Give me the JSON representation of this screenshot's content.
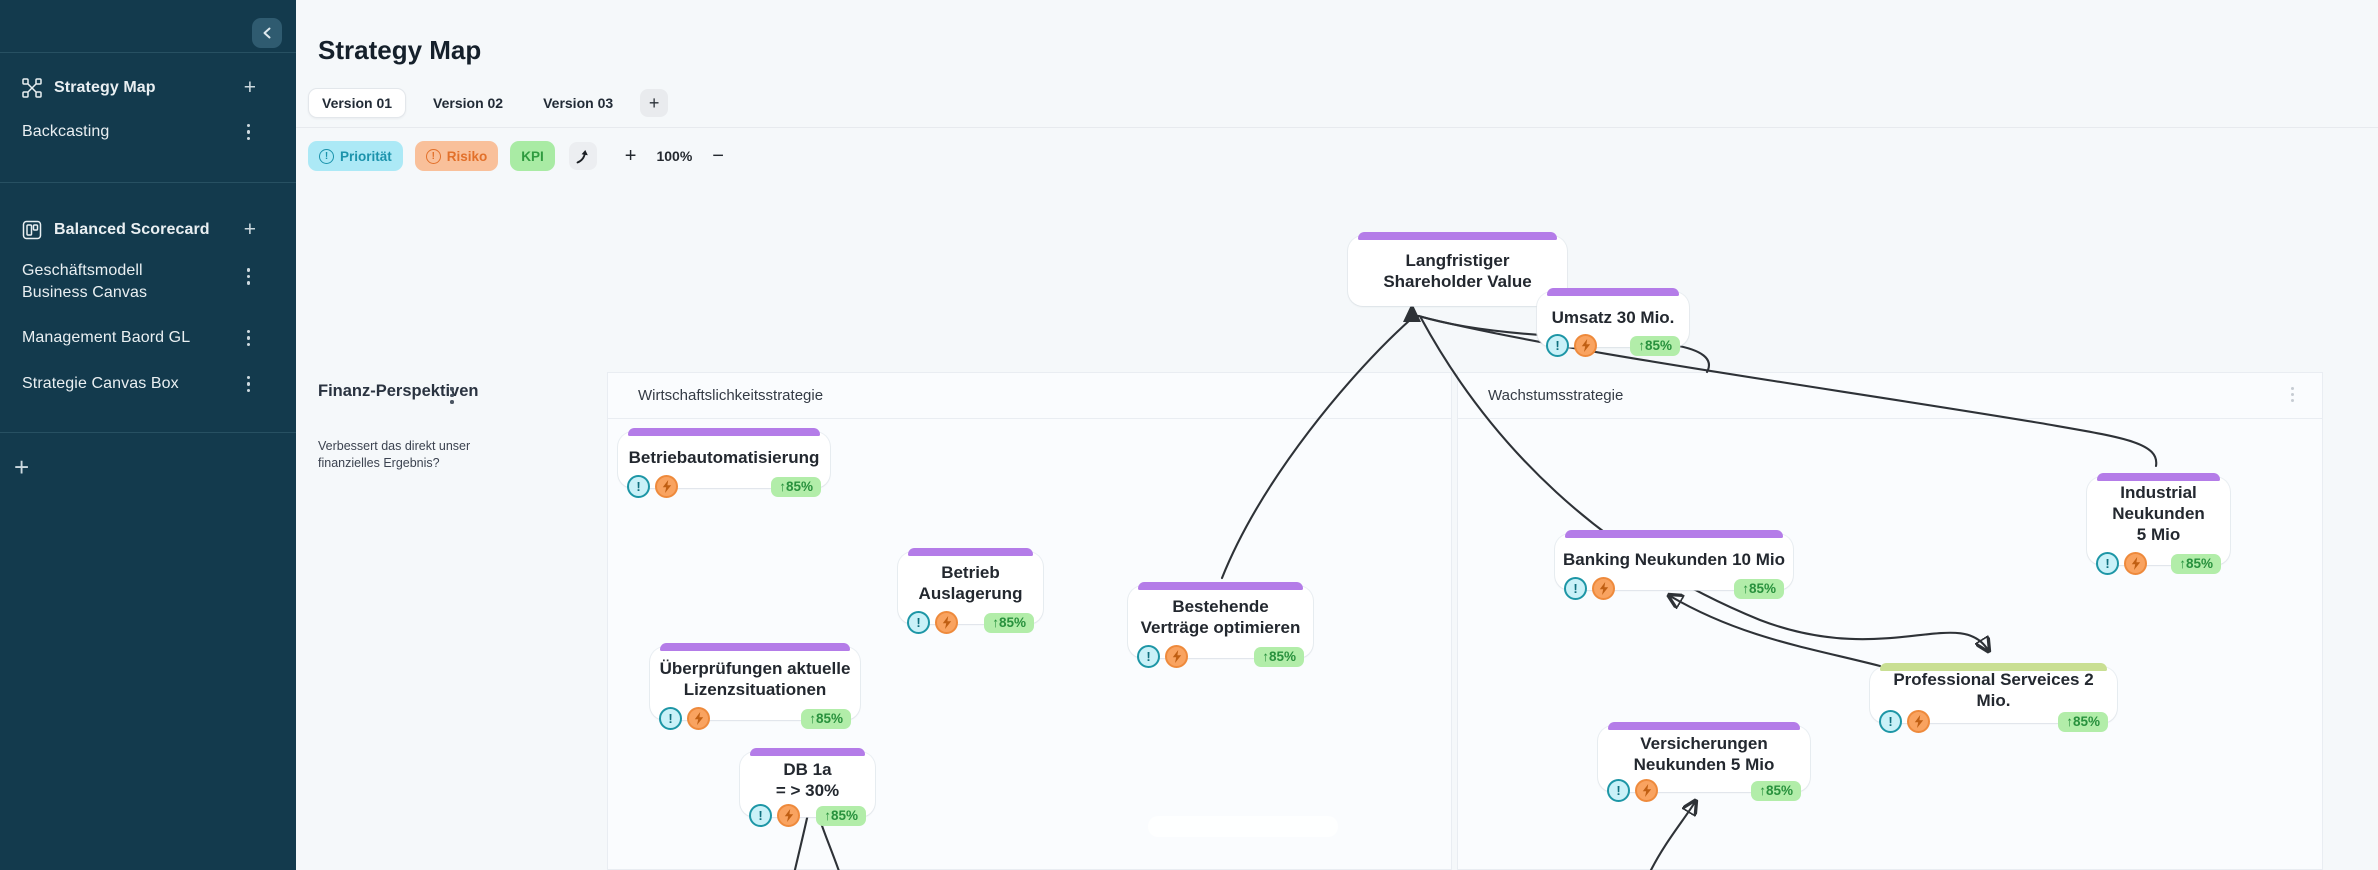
{
  "sidebar": {
    "items": {
      "strategy_map": "Strategy Map",
      "backcasting": "Backcasting",
      "balanced_scorecard": "Balanced Scorecard",
      "geschaeftsmodell": "Geschäftsmodell\nBusiness Canvas",
      "management_board": "Management Baord GL",
      "strategie_canvas": "Strategie Canvas Box"
    },
    "add_label": "+"
  },
  "header": {
    "title": "Strategy Map",
    "tabs": {
      "v1": "Version 01",
      "v2": "Version 02",
      "v3": "Version 03"
    },
    "add_tab_label": "+"
  },
  "toolbar": {
    "chips": {
      "priority": "Priorität",
      "risk": "Risiko",
      "kpi": "KPI"
    },
    "chip_icon": "!",
    "zoom": {
      "in": "+",
      "level": "100%",
      "out": "−"
    }
  },
  "canvas": {
    "perspective": {
      "title": "Finanz-Perspektiven",
      "description": "Verbessert das direkt unser\nfinanzielles Ergebnis?"
    },
    "lanes": {
      "lane1": "Wirtschaftslichkeitsstrategie",
      "lane2": "Wachstumsstrategie"
    },
    "badges": {
      "priority": "!",
      "kpi": "↑85%"
    },
    "nodes": {
      "shareholder": {
        "title": "Langfristiger\nShareholder Value"
      },
      "umsatz": {
        "title": "Umsatz 30 Mio."
      },
      "industrial": {
        "title": "Industrial\nNeukunden\n5 Mio"
      },
      "banking": {
        "title": "Banking Neukunden 10 Mio"
      },
      "professional": {
        "title": "Professional Serveices 2 Mio."
      },
      "versicherungen": {
        "title": "Versicherungen\nNeukunden 5 Mio"
      },
      "betriebautomatisierung": {
        "title": "Betriebautomatisierung"
      },
      "betrieb_auslagerung": {
        "title": "Betrieb\nAuslagerung"
      },
      "bestehende": {
        "title": "Bestehende\nVerträge optimieren"
      },
      "ueberpruefungen": {
        "title": "Überprüfungen aktuelle\nLizenzsituationen"
      },
      "db1a": {
        "title": "DB 1a\n= > 30%"
      }
    }
  },
  "colors": {
    "sidebar_bg": "#133a4d",
    "accent_purple": "#b47ce8",
    "accent_green_bar": "#c9df93",
    "chip_priority_bg": "#ace9f6",
    "chip_risk_bg": "#f9c09a",
    "chip_kpi_bg": "#a9eba4",
    "kpi_badge_bg": "#b2eda9",
    "kpi_badge_text": "#28913d"
  }
}
